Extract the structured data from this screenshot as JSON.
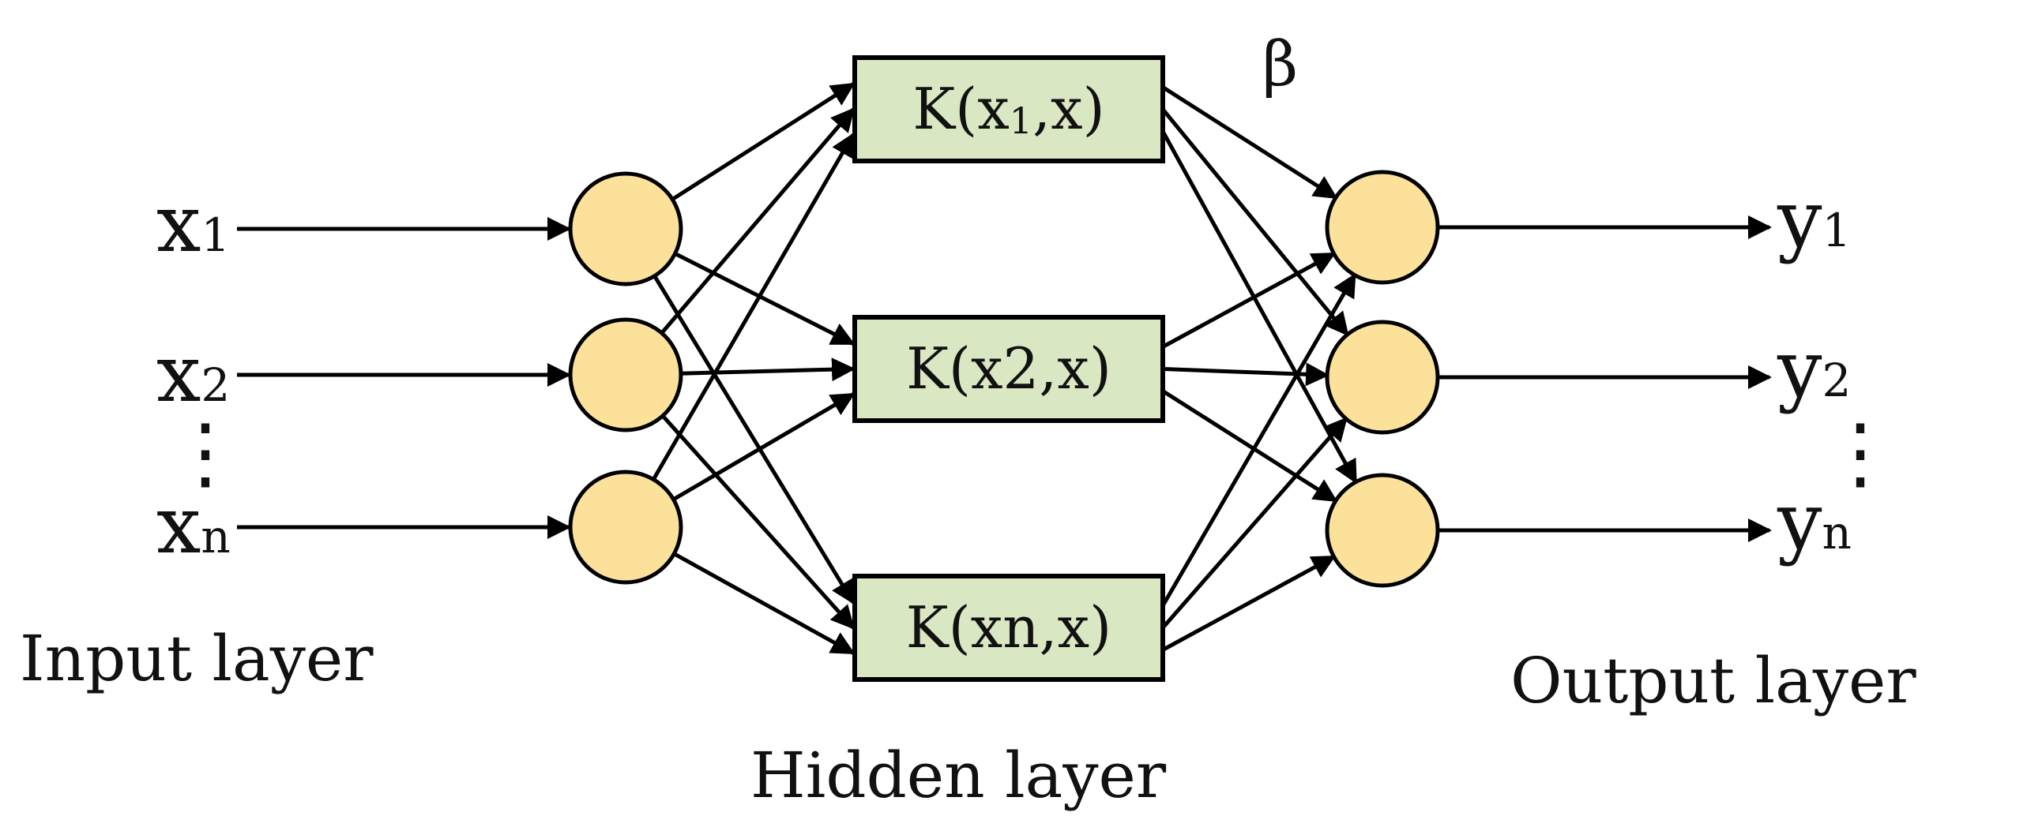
{
  "inputs": {
    "x1": {
      "base": "x",
      "sub": "1"
    },
    "x2": {
      "base": "x",
      "sub": "2"
    },
    "xn": {
      "base": "x",
      "sub": "n"
    }
  },
  "outputs": {
    "y1": {
      "base": "y",
      "sub": "1"
    },
    "y2": {
      "base": "y",
      "sub": "2"
    },
    "yn": {
      "base": "y",
      "sub": "n"
    }
  },
  "kernels": {
    "k1": {
      "pre": "K(x",
      "sub": "1",
      "post": ",x)"
    },
    "k2": {
      "text": "K(x2,x)"
    },
    "kn": {
      "text": "K(xn,x)"
    }
  },
  "beta": "β",
  "layers": {
    "input": "Input layer",
    "hidden": "Hidden layer",
    "output": "Output layer"
  },
  "ellipsis": "⋮",
  "colors": {
    "node_fill": "#FBE19A",
    "box_fill": "#D9E7C3",
    "stroke": "#000000"
  }
}
